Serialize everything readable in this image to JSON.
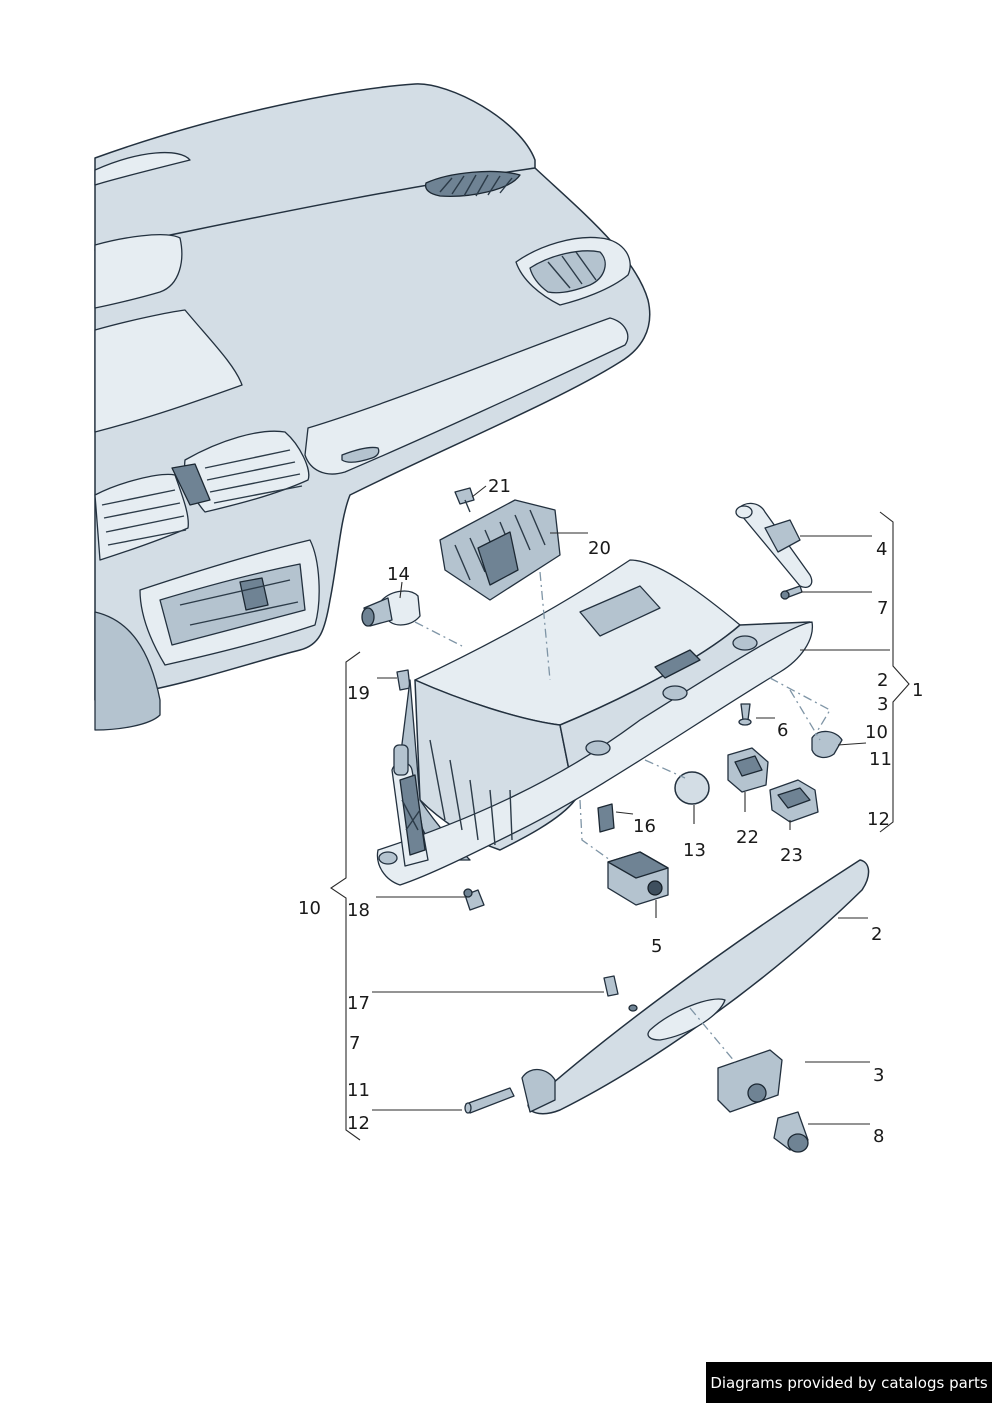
{
  "callouts": [
    {
      "id": "c1",
      "text": "1"
    },
    {
      "id": "c2a",
      "text": "2"
    },
    {
      "id": "c3a",
      "text": "3"
    },
    {
      "id": "c4",
      "text": "4"
    },
    {
      "id": "c7a",
      "text": "7"
    },
    {
      "id": "c10a",
      "text": "10"
    },
    {
      "id": "c11a",
      "text": "11"
    },
    {
      "id": "c12a",
      "text": "12"
    },
    {
      "id": "c6",
      "text": "6"
    },
    {
      "id": "c21",
      "text": "21"
    },
    {
      "id": "c20",
      "text": "20"
    },
    {
      "id": "c14",
      "text": "14"
    },
    {
      "id": "c19",
      "text": "19"
    },
    {
      "id": "c16",
      "text": "16"
    },
    {
      "id": "c13",
      "text": "13"
    },
    {
      "id": "c22",
      "text": "22"
    },
    {
      "id": "c23",
      "text": "23"
    },
    {
      "id": "c10b",
      "text": "10"
    },
    {
      "id": "c18",
      "text": "18"
    },
    {
      "id": "c5",
      "text": "5"
    },
    {
      "id": "c2b",
      "text": "2"
    },
    {
      "id": "c17",
      "text": "17"
    },
    {
      "id": "c7b",
      "text": "7"
    },
    {
      "id": "c11b",
      "text": "11"
    },
    {
      "id": "c12b",
      "text": "12"
    },
    {
      "id": "c3b",
      "text": "3"
    },
    {
      "id": "c8",
      "text": "8"
    }
  ],
  "footer": {
    "credit": "Diagrams provided by catalogs parts"
  },
  "colors": {
    "part_fill": "#d3dde5",
    "outline": "#23313f",
    "dashed_leader": "#7f95a6",
    "credit_bg": "#000000"
  }
}
